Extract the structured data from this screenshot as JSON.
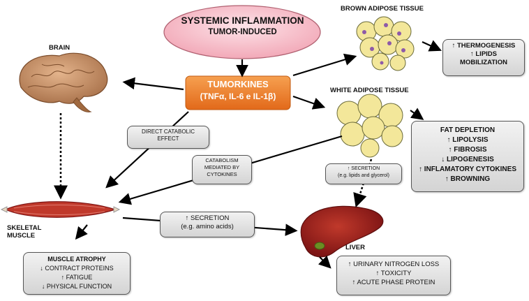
{
  "header": {
    "title_line1": "SYSTEMIC INFLAMMATION",
    "title_line2": "TUMOR-INDUCED"
  },
  "tumorkines": {
    "line1": "TUMORKINES",
    "line2": "(TNFα, IL-6 e IL-1β)"
  },
  "organs": {
    "brain": "BRAIN",
    "brown_adipose": "BROWN ADIPOSE TISSUE",
    "white_adipose": "WHITE ADIPOSE TISSUE",
    "skeletal_muscle_line1": "SKELETAL",
    "skeletal_muscle_line2": "MUSCLE",
    "liver": "LIVER"
  },
  "edges": {
    "direct_catabolic_line1": "DIRECT CATABOLIC",
    "direct_catabolic_line2": "EFFECT",
    "catabolism_line1": "CATABOLISM",
    "catabolism_line2": "MEDIATED BY",
    "catabolism_line3": "CYTOKINES",
    "secretion_lipids_line1": "↑ SECRETION",
    "secretion_lipids_line2": "(e.g. lipids and glycerol)",
    "secretion_amino_line1": "↑ SECRETION",
    "secretion_amino_line2": "(e.g. amino acids)"
  },
  "brown_effects": [
    "↑ THERMOGENESIS",
    "↑ LIPIDS",
    "MOBILIZATION"
  ],
  "fat_depletion": {
    "title": "FAT DEPLETION",
    "items": [
      "↑ LIPOLYSIS",
      "↑ FIBROSIS",
      "↓ LIPOGENESIS",
      "↑ INFLAMATORY CYTOKINES",
      "↑ BROWNING"
    ]
  },
  "muscle_atrophy": {
    "title": "MUSCLE ATROPHY",
    "items": [
      "↓ CONTRACT PROTEINS",
      "↑ FATIGUE",
      "↓ PHYSICAL FUNCTION"
    ]
  },
  "liver_effects": [
    "↑ URINARY NITROGEN LOSS",
    "↑ TOXICITY",
    "↑ ACUTE PHASE PROTEIN"
  ],
  "colors": {
    "ellipse_fill": "#f7c1cc",
    "tumorkines_fill": "#ee7b22",
    "liver": "#9c1f1f",
    "muscle": "#c0392b",
    "brain": "#c8936a",
    "fat": "#f3e79a"
  }
}
